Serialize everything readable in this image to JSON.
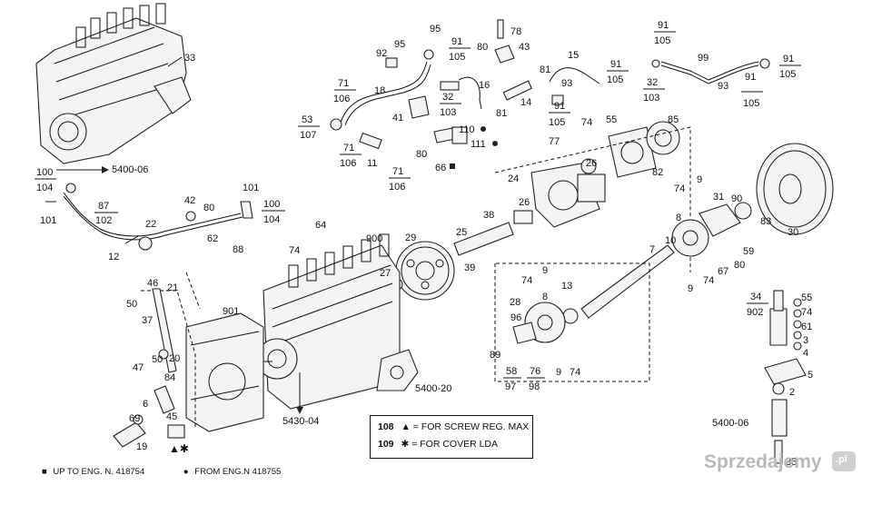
{
  "labels": {
    "n33": "33",
    "n100a": "100",
    "n104a": "104",
    "r5400_06a": "5400-06",
    "n101a": "101",
    "n87": "87",
    "n102": "102",
    "n22": "22",
    "n12": "12",
    "n42": "42",
    "n80a": "80",
    "n62": "62",
    "n88": "88",
    "n101b": "101",
    "n100b": "100",
    "n104b": "104",
    "n95a": "95",
    "n92": "92",
    "n95b": "95",
    "n91a": "91",
    "n105a": "105",
    "n80b": "80",
    "n78": "78",
    "n43": "43",
    "n71a": "71",
    "n106a": "106",
    "n18": "18",
    "n53": "53",
    "n107": "107",
    "n71b": "71",
    "n106b": "106",
    "n11": "11",
    "n71c": "71",
    "n106c": "106",
    "n32": "32",
    "n103a": "103",
    "n41": "41",
    "n16": "16",
    "n110": "110",
    "n111": "111",
    "n80c": "80",
    "n66": "66",
    "n15": "15",
    "n81a": "81",
    "n93a": "93",
    "n14": "14",
    "n81b": "81",
    "n91b": "91",
    "n105b": "105",
    "n91c": "91",
    "n105c": "105",
    "n74a": "74",
    "n55a": "55",
    "n85": "85",
    "n77": "77",
    "n91d": "91",
    "n105d": "105",
    "n99": "99",
    "n32b": "32",
    "n103b": "103",
    "n93b": "93",
    "n91e": "91",
    "n105e": "105",
    "n91f": "91",
    "n105f": "105",
    "n82": "82",
    "n24": "24",
    "n26a": "26",
    "n26b": "26",
    "n64": "64",
    "n900": "900",
    "n74b": "74",
    "n38": "38",
    "n25": "25",
    "n29": "29",
    "n39": "39",
    "n27": "27",
    "n46": "46",
    "n21": "21",
    "n50a": "50",
    "n37": "37",
    "n901": "901",
    "n47": "47",
    "n50b": "50",
    "n20": "20",
    "n84": "84",
    "n6": "6",
    "n69": "69",
    "n45": "45",
    "n19": "19",
    "r5430_04": "5430-04",
    "r5400_20": "5400-20",
    "n9a": "9",
    "n74c": "74",
    "n8a": "8",
    "n31": "31",
    "n90": "90",
    "n83": "83",
    "n30": "30",
    "n10": "10",
    "n7": "7",
    "n59": "59",
    "n67": "67",
    "n80d": "80",
    "n74d": "74",
    "n9b": "9",
    "n74e": "74",
    "n9c": "9",
    "n13": "13",
    "n28": "28",
    "n8b": "8",
    "n96": "96",
    "n89": "89",
    "n58": "58",
    "n97": "97",
    "n76": "76",
    "n98": "98",
    "n9d": "9",
    "n74f": "74",
    "n34": "34",
    "n902": "902",
    "n55b": "55",
    "n74g": "74",
    "n61": "61",
    "n3": "3",
    "n4": "4",
    "n5": "5",
    "n2": "2",
    "r5400_06b": "5400-06",
    "n35": "35"
  },
  "legend": {
    "rows": [
      {
        "num": "108",
        "symbol": "▲",
        "text": "= FOR SCREW REG. MAX"
      },
      {
        "num": "109",
        "symbol": "✱",
        "text": "= FOR COVER LDA"
      }
    ]
  },
  "notes": [
    {
      "symbol": "■",
      "text": "UP TO ENG. N. 418754"
    },
    {
      "symbol": "●",
      "text": "FROM ENG.N 418755"
    }
  ],
  "watermark": {
    "text": "Sprzedajemy",
    "badge": ".pl"
  }
}
